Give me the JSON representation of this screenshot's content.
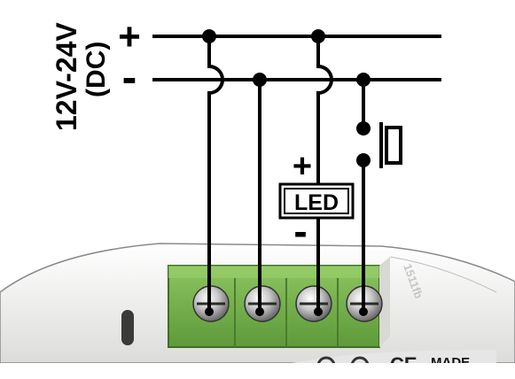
{
  "supply": {
    "voltage_label": "12V-24V",
    "type_label": "(DC)",
    "plus_symbol": "+",
    "minus_symbol": "-"
  },
  "led": {
    "label": "LED",
    "plus_symbol": "+",
    "minus_symbol": "-"
  },
  "device": {
    "marking": "MADE",
    "ce_mark": "CE",
    "housing_color": "#f2f2f0",
    "terminal_color": "#78b04f",
    "screw_count": 4
  },
  "colors": {
    "wire": "#000000",
    "background": "#ffffff"
  }
}
